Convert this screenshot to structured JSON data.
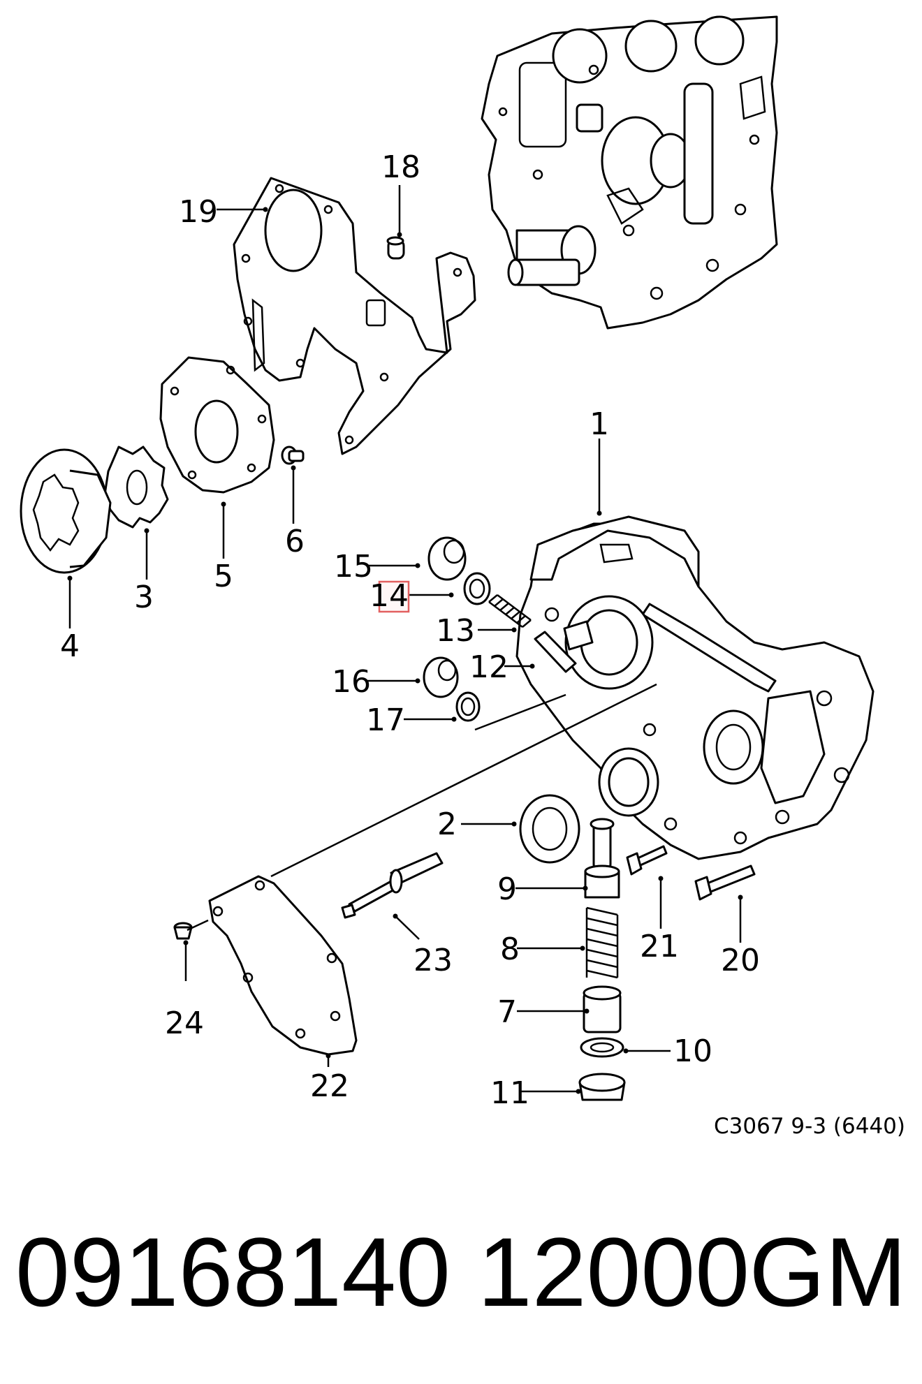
{
  "diagram": {
    "callouts": [
      "1",
      "2",
      "3",
      "4",
      "5",
      "6",
      "7",
      "8",
      "9",
      "10",
      "11",
      "12",
      "13",
      "14",
      "15",
      "16",
      "17",
      "18",
      "19",
      "20",
      "21",
      "22",
      "23",
      "24"
    ],
    "highlighted_callout": "14",
    "drawing_code": "C3067 9-3 (6440)"
  },
  "footer": {
    "part_number": "09168140 12000",
    "brand": "GM"
  }
}
